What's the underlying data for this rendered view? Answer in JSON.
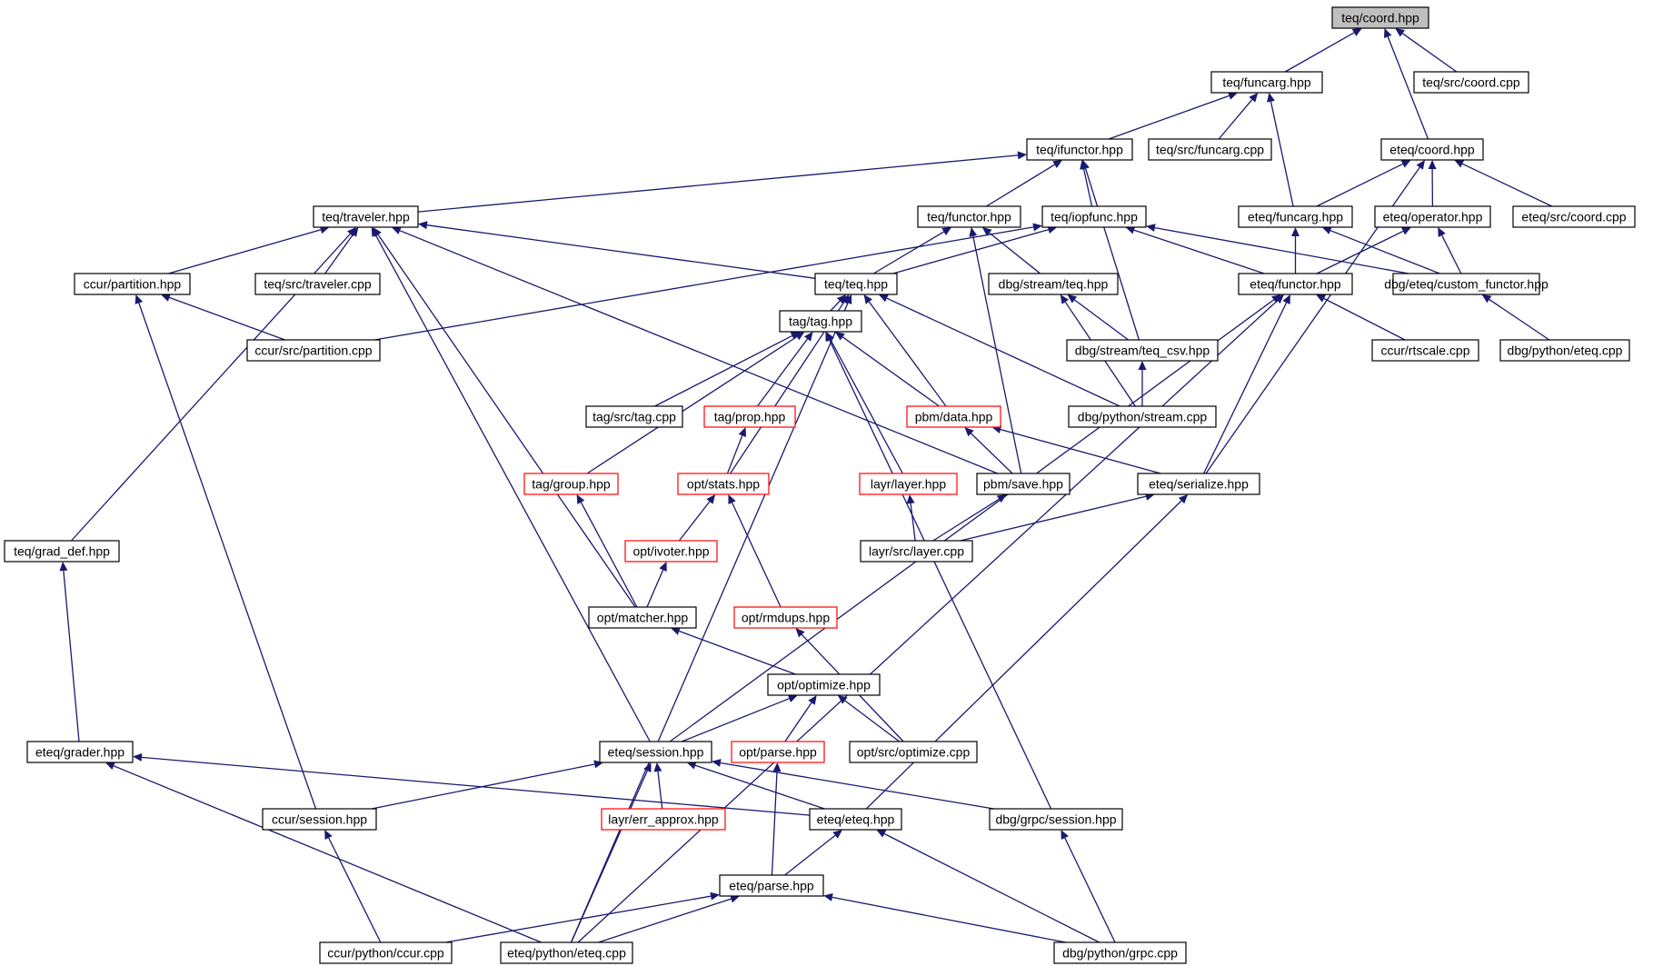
{
  "colors": {
    "edge": "#191970",
    "node_border": "#000000",
    "node_border_incomplete": "#ff0000",
    "node_fill": "#ffffff",
    "root_fill": "#bfbfbf"
  },
  "graph": {
    "nodes": [
      {
        "id": "n_coord",
        "label": "teq/coord.hpp",
        "kind": "root"
      },
      {
        "id": "n_funcarg",
        "label": "teq/funcarg.hpp",
        "kind": "normal"
      },
      {
        "id": "n_src_coord",
        "label": "teq/src/coord.cpp",
        "kind": "normal"
      },
      {
        "id": "n_ifunctor",
        "label": "teq/ifunctor.hpp",
        "kind": "normal"
      },
      {
        "id": "n_src_funcarg",
        "label": "teq/src/funcarg.cpp",
        "kind": "normal"
      },
      {
        "id": "n_eteq_coord",
        "label": "eteq/coord.hpp",
        "kind": "normal"
      },
      {
        "id": "n_traveler",
        "label": "teq/traveler.hpp",
        "kind": "normal"
      },
      {
        "id": "n_functor",
        "label": "teq/functor.hpp",
        "kind": "normal"
      },
      {
        "id": "n_iopfunc",
        "label": "teq/iopfunc.hpp",
        "kind": "normal"
      },
      {
        "id": "n_eteq_funcarg",
        "label": "eteq/funcarg.hpp",
        "kind": "normal"
      },
      {
        "id": "n_eteq_operator",
        "label": "eteq/operator.hpp",
        "kind": "normal"
      },
      {
        "id": "n_eteq_src_coord",
        "label": "eteq/src/coord.cpp",
        "kind": "normal"
      },
      {
        "id": "n_ccur_partition",
        "label": "ccur/partition.hpp",
        "kind": "normal"
      },
      {
        "id": "n_src_traveler",
        "label": "teq/src/traveler.cpp",
        "kind": "normal"
      },
      {
        "id": "n_teq",
        "label": "teq/teq.hpp",
        "kind": "normal"
      },
      {
        "id": "n_dbg_stream_teq",
        "label": "dbg/stream/teq.hpp",
        "kind": "normal"
      },
      {
        "id": "n_eteq_functor",
        "label": "eteq/functor.hpp",
        "kind": "normal"
      },
      {
        "id": "n_custom_functor",
        "label": "dbg/eteq/custom_functor.hpp",
        "kind": "normal"
      },
      {
        "id": "n_partition_cpp",
        "label": "ccur/src/partition.cpp",
        "kind": "normal"
      },
      {
        "id": "n_tag",
        "label": "tag/tag.hpp",
        "kind": "normal"
      },
      {
        "id": "n_teq_csv",
        "label": "dbg/stream/teq_csv.hpp",
        "kind": "normal"
      },
      {
        "id": "n_rtscale",
        "label": "ccur/rtscale.cpp",
        "kind": "normal"
      },
      {
        "id": "n_py_eteq_dbg",
        "label": "dbg/python/eteq.cpp",
        "kind": "normal"
      },
      {
        "id": "n_tag_src",
        "label": "tag/src/tag.cpp",
        "kind": "normal"
      },
      {
        "id": "n_tag_prop",
        "label": "tag/prop.hpp",
        "kind": "incomplete"
      },
      {
        "id": "n_pbm_data",
        "label": "pbm/data.hpp",
        "kind": "incomplete"
      },
      {
        "id": "n_py_stream",
        "label": "dbg/python/stream.cpp",
        "kind": "normal"
      },
      {
        "id": "n_tag_group",
        "label": "tag/group.hpp",
        "kind": "incomplete"
      },
      {
        "id": "n_opt_stats",
        "label": "opt/stats.hpp",
        "kind": "incomplete"
      },
      {
        "id": "n_layr_layer",
        "label": "layr/layer.hpp",
        "kind": "incomplete"
      },
      {
        "id": "n_pbm_save",
        "label": "pbm/save.hpp",
        "kind": "normal"
      },
      {
        "id": "n_eteq_serialize",
        "label": "eteq/serialize.hpp",
        "kind": "normal"
      },
      {
        "id": "n_grad_def",
        "label": "teq/grad_def.hpp",
        "kind": "normal"
      },
      {
        "id": "n_opt_ivoter",
        "label": "opt/ivoter.hpp",
        "kind": "incomplete"
      },
      {
        "id": "n_layer_cpp",
        "label": "layr/src/layer.cpp",
        "kind": "normal"
      },
      {
        "id": "n_opt_matcher",
        "label": "opt/matcher.hpp",
        "kind": "normal"
      },
      {
        "id": "n_opt_rmdups",
        "label": "opt/rmdups.hpp",
        "kind": "incomplete"
      },
      {
        "id": "n_opt_optimize",
        "label": "opt/optimize.hpp",
        "kind": "normal"
      },
      {
        "id": "n_eteq_grader",
        "label": "eteq/grader.hpp",
        "kind": "normal"
      },
      {
        "id": "n_eteq_session",
        "label": "eteq/session.hpp",
        "kind": "normal"
      },
      {
        "id": "n_opt_parse",
        "label": "opt/parse.hpp",
        "kind": "incomplete"
      },
      {
        "id": "n_optimize_cpp",
        "label": "opt/src/optimize.cpp",
        "kind": "normal"
      },
      {
        "id": "n_ccur_session",
        "label": "ccur/session.hpp",
        "kind": "normal"
      },
      {
        "id": "n_err_approx",
        "label": "layr/err_approx.hpp",
        "kind": "incomplete"
      },
      {
        "id": "n_eteq_eteq",
        "label": "eteq/eteq.hpp",
        "kind": "normal"
      },
      {
        "id": "n_grpc_session",
        "label": "dbg/grpc/session.hpp",
        "kind": "normal"
      },
      {
        "id": "n_eteq_parse",
        "label": "eteq/parse.hpp",
        "kind": "normal"
      },
      {
        "id": "n_py_ccur",
        "label": "ccur/python/ccur.cpp",
        "kind": "normal"
      },
      {
        "id": "n_py_eteq",
        "label": "eteq/python/eteq.cpp",
        "kind": "normal"
      },
      {
        "id": "n_py_grpc",
        "label": "dbg/python/grpc.cpp",
        "kind": "normal"
      }
    ],
    "edges": [
      {
        "from": "n_coord",
        "to": "n_funcarg"
      },
      {
        "from": "n_coord",
        "to": "n_src_coord"
      },
      {
        "from": "n_coord",
        "to": "n_eteq_coord"
      },
      {
        "from": "n_funcarg",
        "to": "n_ifunctor"
      },
      {
        "from": "n_funcarg",
        "to": "n_src_funcarg"
      },
      {
        "from": "n_funcarg",
        "to": "n_eteq_funcarg"
      },
      {
        "from": "n_ifunctor",
        "to": "n_traveler"
      },
      {
        "from": "n_ifunctor",
        "to": "n_functor"
      },
      {
        "from": "n_ifunctor",
        "to": "n_iopfunc"
      },
      {
        "from": "n_ifunctor",
        "to": "n_teq_csv"
      },
      {
        "from": "n_eteq_coord",
        "to": "n_eteq_funcarg"
      },
      {
        "from": "n_eteq_coord",
        "to": "n_eteq_operator"
      },
      {
        "from": "n_eteq_coord",
        "to": "n_eteq_src_coord"
      },
      {
        "from": "n_eteq_coord",
        "to": "n_eteq_serialize"
      },
      {
        "from": "n_traveler",
        "to": "n_ccur_partition"
      },
      {
        "from": "n_traveler",
        "to": "n_src_traveler"
      },
      {
        "from": "n_traveler",
        "to": "n_teq"
      },
      {
        "from": "n_traveler",
        "to": "n_grad_def"
      },
      {
        "from": "n_traveler",
        "to": "n_opt_matcher"
      },
      {
        "from": "n_traveler",
        "to": "n_eteq_session"
      },
      {
        "from": "n_traveler",
        "to": "n_pbm_save"
      },
      {
        "from": "n_functor",
        "to": "n_teq"
      },
      {
        "from": "n_functor",
        "to": "n_dbg_stream_teq"
      },
      {
        "from": "n_functor",
        "to": "n_pbm_save"
      },
      {
        "from": "n_iopfunc",
        "to": "n_teq"
      },
      {
        "from": "n_iopfunc",
        "to": "n_eteq_functor"
      },
      {
        "from": "n_iopfunc",
        "to": "n_custom_functor"
      },
      {
        "from": "n_iopfunc",
        "to": "n_partition_cpp"
      },
      {
        "from": "n_eteq_funcarg",
        "to": "n_eteq_functor"
      },
      {
        "from": "n_eteq_funcarg",
        "to": "n_custom_functor"
      },
      {
        "from": "n_eteq_operator",
        "to": "n_eteq_functor"
      },
      {
        "from": "n_eteq_operator",
        "to": "n_custom_functor"
      },
      {
        "from": "n_ccur_partition",
        "to": "n_partition_cpp"
      },
      {
        "from": "n_ccur_partition",
        "to": "n_ccur_session"
      },
      {
        "from": "n_teq",
        "to": "n_tag"
      },
      {
        "from": "n_teq",
        "to": "n_pbm_data"
      },
      {
        "from": "n_teq",
        "to": "n_py_stream"
      },
      {
        "from": "n_teq",
        "to": "n_opt_stats"
      },
      {
        "from": "n_teq",
        "to": "n_py_eteq"
      },
      {
        "from": "n_dbg_stream_teq",
        "to": "n_teq_csv"
      },
      {
        "from": "n_dbg_stream_teq",
        "to": "n_py_stream"
      },
      {
        "from": "n_teq_csv",
        "to": "n_py_stream"
      },
      {
        "from": "n_eteq_functor",
        "to": "n_rtscale"
      },
      {
        "from": "n_eteq_functor",
        "to": "n_eteq_serialize"
      },
      {
        "from": "n_eteq_functor",
        "to": "n_eteq_session"
      },
      {
        "from": "n_eteq_functor",
        "to": "n_py_eteq"
      },
      {
        "from": "n_custom_functor",
        "to": "n_py_eteq_dbg"
      },
      {
        "from": "n_tag",
        "to": "n_tag_src"
      },
      {
        "from": "n_tag",
        "to": "n_tag_prop"
      },
      {
        "from": "n_tag",
        "to": "n_pbm_data"
      },
      {
        "from": "n_tag",
        "to": "n_tag_group"
      },
      {
        "from": "n_tag",
        "to": "n_layr_layer"
      },
      {
        "from": "n_tag",
        "to": "n_grpc_session"
      },
      {
        "from": "n_tag_prop",
        "to": "n_opt_stats"
      },
      {
        "from": "n_pbm_data",
        "to": "n_pbm_save"
      },
      {
        "from": "n_pbm_data",
        "to": "n_eteq_serialize"
      },
      {
        "from": "n_tag_group",
        "to": "n_opt_matcher"
      },
      {
        "from": "n_opt_stats",
        "to": "n_opt_ivoter"
      },
      {
        "from": "n_opt_stats",
        "to": "n_opt_rmdups"
      },
      {
        "from": "n_layr_layer",
        "to": "n_layer_cpp"
      },
      {
        "from": "n_pbm_save",
        "to": "n_layer_cpp"
      },
      {
        "from": "n_eteq_serialize",
        "to": "n_layer_cpp"
      },
      {
        "from": "n_eteq_serialize",
        "to": "n_eteq_eteq"
      },
      {
        "from": "n_grad_def",
        "to": "n_eteq_grader"
      },
      {
        "from": "n_opt_ivoter",
        "to": "n_opt_matcher"
      },
      {
        "from": "n_opt_matcher",
        "to": "n_opt_optimize"
      },
      {
        "from": "n_opt_rmdups",
        "to": "n_optimize_cpp"
      },
      {
        "from": "n_opt_optimize",
        "to": "n_eteq_session"
      },
      {
        "from": "n_opt_optimize",
        "to": "n_opt_parse"
      },
      {
        "from": "n_opt_optimize",
        "to": "n_optimize_cpp"
      },
      {
        "from": "n_eteq_grader",
        "to": "n_eteq_eteq"
      },
      {
        "from": "n_eteq_grader",
        "to": "n_py_eteq"
      },
      {
        "from": "n_eteq_session",
        "to": "n_ccur_session"
      },
      {
        "from": "n_eteq_session",
        "to": "n_err_approx"
      },
      {
        "from": "n_eteq_session",
        "to": "n_eteq_eteq"
      },
      {
        "from": "n_eteq_session",
        "to": "n_grpc_session"
      },
      {
        "from": "n_eteq_session",
        "to": "n_py_eteq"
      },
      {
        "from": "n_opt_parse",
        "to": "n_eteq_parse"
      },
      {
        "from": "n_ccur_session",
        "to": "n_py_ccur"
      },
      {
        "from": "n_eteq_eteq",
        "to": "n_eteq_parse"
      },
      {
        "from": "n_eteq_eteq",
        "to": "n_py_grpc"
      },
      {
        "from": "n_grpc_session",
        "to": "n_py_grpc"
      },
      {
        "from": "n_eteq_parse",
        "to": "n_py_ccur"
      },
      {
        "from": "n_eteq_parse",
        "to": "n_py_eteq"
      },
      {
        "from": "n_eteq_parse",
        "to": "n_py_grpc"
      }
    ]
  }
}
